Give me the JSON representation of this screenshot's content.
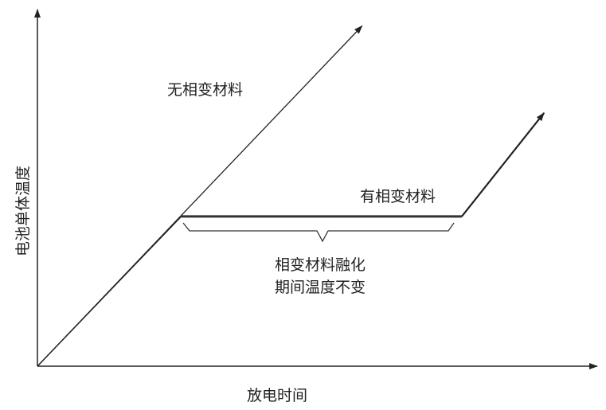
{
  "chart_data": {
    "type": "line",
    "title": "",
    "xlabel": "放电时间",
    "ylabel": "电池单体温度",
    "xlim": [
      0,
      10
    ],
    "ylim": [
      0,
      10
    ],
    "grid": false,
    "series": [
      {
        "name": "无相变材料",
        "x": [
          0,
          5.8
        ],
        "y": [
          0,
          9.5
        ]
      },
      {
        "name": "有相变材料",
        "x": [
          0,
          2.57,
          7.58,
          9.05
        ],
        "y": [
          0,
          4.18,
          4.18,
          7.07
        ]
      }
    ],
    "annotations": [
      {
        "text_line1": "相变材料融化",
        "text_line2": "期间温度不变",
        "x_range": [
          2.6,
          7.4
        ]
      }
    ]
  },
  "colors": {
    "line": "#222222",
    "plateau": "#333333"
  }
}
